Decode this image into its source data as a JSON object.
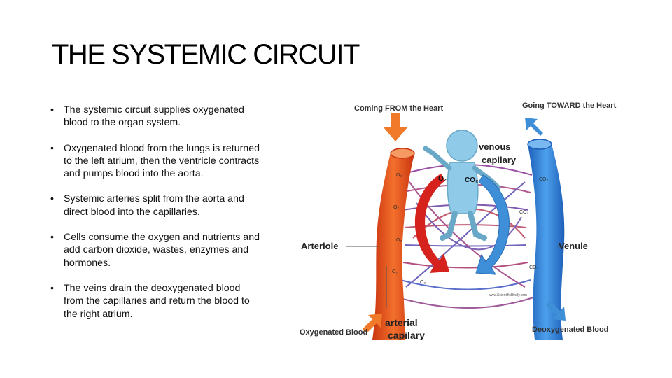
{
  "slide": {
    "title": "THE SYSTEMIC CIRCUIT",
    "bullets": [
      "The systemic circuit supplies oxygenated blood to the organ system.",
      "Oxygenated blood from the lungs is returned to the left atrium, then the ventricle contracts and pumps blood into the aorta.",
      "Systemic arteries split from the aorta and direct blood into the capillaries.",
      "Cells consume the oxygen and nutrients and add carbon dioxide, wastes, enzymes and hormones.",
      "The veins drain the deoxygenated blood from the capillaries and return the blood to the right atrium."
    ],
    "bullet_glyph": "•"
  },
  "diagram": {
    "labels": {
      "coming_from": "Coming FROM the Heart",
      "going_toward": "Going TOWARD the Heart",
      "venous_capillary_1": "venous",
      "venous_capillary_2": "capilary",
      "o2": "O₂",
      "co2": "CO₂",
      "arteriole": "Arteriole",
      "venule": "Venule",
      "arterial_capillary_1": "arterial",
      "arterial_capillary_2": "capilary",
      "oxygenated": "Oxygenated Blood",
      "deoxygenated": "Deoxygenated Blood",
      "watermark": "www.ScientificBindy.com"
    },
    "colors": {
      "artery": "#e8531a",
      "vein": "#2a7fd6",
      "arrow_orange": "#f07a2a",
      "arrow_blue": "#3f8fd8",
      "red_arrow": "#d6221c",
      "figure": "#8fcbe8"
    }
  }
}
